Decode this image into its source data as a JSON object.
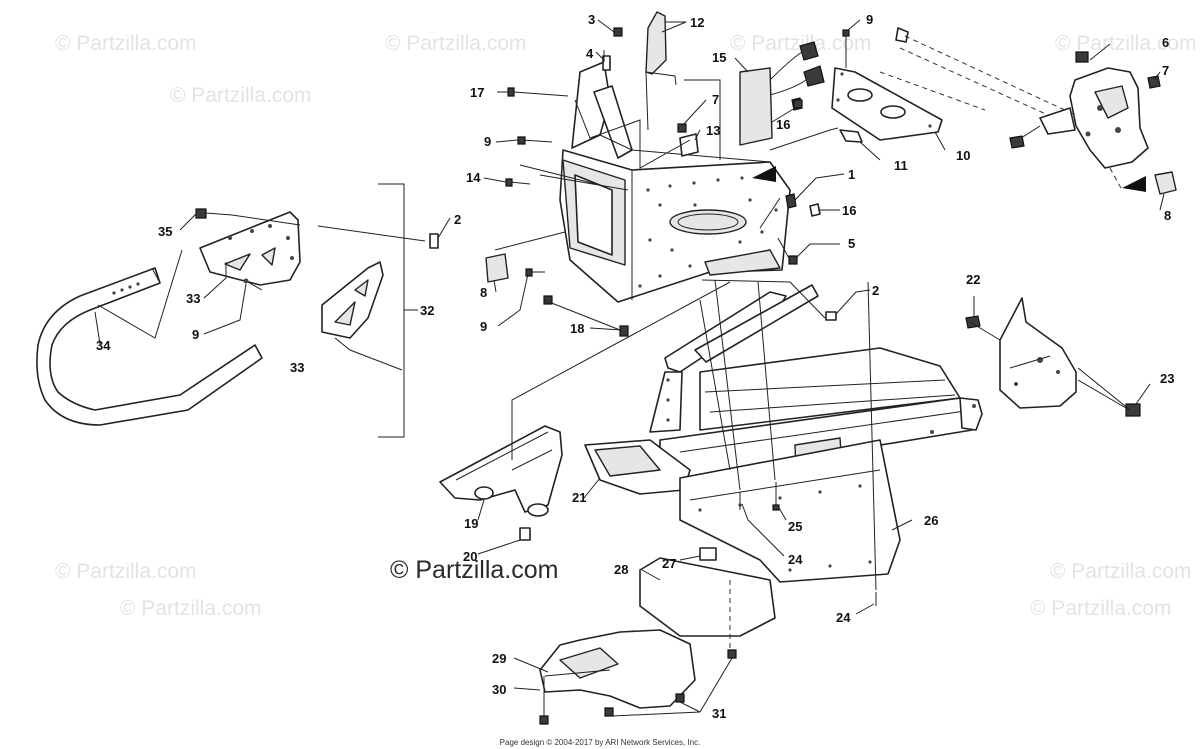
{
  "watermark": {
    "text": "© Partzilla.com"
  },
  "footer": {
    "text": "Page design © 2004-2017 by ARI Network Services, Inc."
  },
  "callouts": {
    "c1": "1",
    "c2a": "2",
    "c2b": "2",
    "c3": "3",
    "c4": "4",
    "c5": "5",
    "c6": "6",
    "c7a": "7",
    "c7b": "7",
    "c8a": "8",
    "c8b": "8",
    "c9a": "9",
    "c9b": "9",
    "c9c": "9",
    "c9d": "9",
    "c10": "10",
    "c11": "11",
    "c12": "12",
    "c13": "13",
    "c14": "14",
    "c15": "15",
    "c16a": "16",
    "c16b": "16",
    "c17": "17",
    "c18": "18",
    "c19": "19",
    "c20": "20",
    "c21": "21",
    "c22": "22",
    "c23": "23",
    "c24a": "24",
    "c24b": "24",
    "c25": "25",
    "c26": "26",
    "c27": "27",
    "c28": "28",
    "c29": "29",
    "c30": "30",
    "c31": "31",
    "c32": "32",
    "c33a": "33",
    "c33b": "33",
    "c34": "34",
    "c35": "35"
  }
}
